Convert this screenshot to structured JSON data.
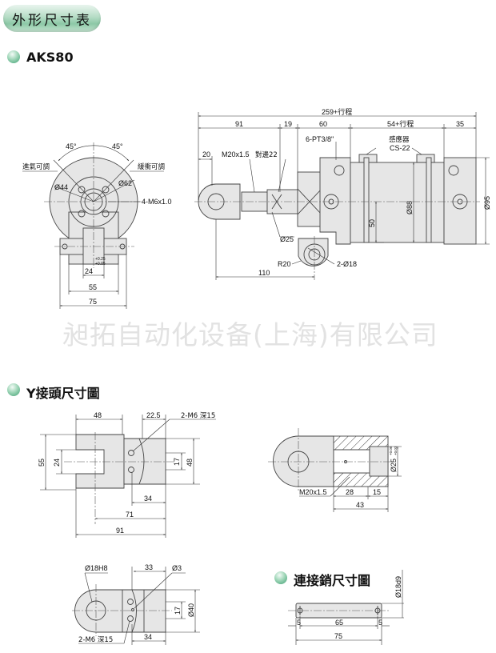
{
  "header": {
    "title": "外形尺寸表"
  },
  "sections": {
    "model": "AKS80",
    "y_joint": "Y接頭尺寸圖",
    "pin": "連接銷尺寸圖"
  },
  "watermark": "昶拓自动化设备(上海)有限公司",
  "end_view": {
    "angle_left": "45°",
    "angle_right": "45°",
    "adjust_in": "進氣可調",
    "adjust_cushion": "緩衝可調",
    "dia44": "Ø44",
    "dia62": "Ø62",
    "thread": "4-M6x1.0",
    "tol_plus": "+0.25",
    "tol_minus": "+0.05",
    "dim24": "24",
    "dim55": "55",
    "dim75": "75"
  },
  "side_view": {
    "total": "259+行程",
    "d91": "91",
    "d19": "19",
    "d60": "60",
    "stroke54": "54+行程",
    "d35": "35",
    "d20": "20",
    "thread": "M20x1.5",
    "across_flats": "對邊22",
    "port": "6-PT3/8\"",
    "sensor": "感應器",
    "sensor_model": "CS-22",
    "d88": "Ø88",
    "d95": "Ø95",
    "d50": "50",
    "d25": "Ø25",
    "r20": "R20",
    "d18": "2-Ø18",
    "d110": "110"
  },
  "y_joint": {
    "d48": "48",
    "d22_5": "22.5",
    "hole": "2-M6 深15",
    "d55": "55",
    "d24": "24",
    "d17": "17",
    "d48v": "48",
    "d34": "34",
    "d71": "71",
    "d91": "91"
  },
  "rod_end": {
    "thread": "M20x1.5",
    "d28": "28",
    "d15": "15",
    "d43": "43",
    "d25": "Ø25",
    "tol_plus": "+0.08",
    "tol_minus": "+0.03"
  },
  "pin_joint": {
    "d18h8": "Ø18H8",
    "d33": "33",
    "d3": "Ø3",
    "d17": "17",
    "d40": "Ø40",
    "d34": "34",
    "hole": "2-M6 深15"
  },
  "pin": {
    "d18d9": "Ø18d9",
    "d5a": "5",
    "d65": "65",
    "d5b": "5",
    "d75": "75"
  }
}
